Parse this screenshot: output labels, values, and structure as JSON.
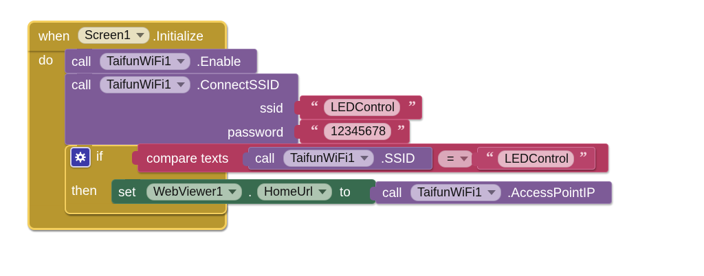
{
  "editor": {
    "name": "MIT App Inventor Blocks Editor",
    "background": "#ffffff"
  },
  "colors": {
    "event_block": "#b8972f",
    "event_border": "#f4cf5e",
    "component_call": "#7d5b97",
    "text_logic": "#b23a5e",
    "setter": "#386b4f",
    "mutator": "#3b39a8"
  },
  "blocks": {
    "event": {
      "keyword": "when",
      "component": "Screen1",
      "event_name": ".Initialize",
      "body_label": "do"
    },
    "call_enable": {
      "keyword": "call",
      "component": "TaifunWiFi1",
      "method": ".Enable"
    },
    "call_connect": {
      "keyword": "call",
      "component": "TaifunWiFi1",
      "method": ".ConnectSSID",
      "args": [
        {
          "name": "ssid",
          "value": "LEDControl"
        },
        {
          "name": "password",
          "value": "12345678"
        }
      ]
    },
    "if_block": {
      "mutator_icon": "gear-icon",
      "if_label": "if",
      "then_label": "then"
    },
    "compare_texts": {
      "label": "compare texts",
      "left": {
        "keyword": "call",
        "component": "TaifunWiFi1",
        "property": ".SSID"
      },
      "operator": "=",
      "right": {
        "value": "LEDControl"
      }
    },
    "setter": {
      "keyword": "set",
      "component": "WebViewer1",
      "separator": ".",
      "property": "HomeUrl",
      "to_label": "to",
      "value": {
        "keyword": "call",
        "component": "TaifunWiFi1",
        "property": ".AccessPointIP"
      }
    }
  },
  "glyphs": {
    "open_quote": "“",
    "close_quote": "”"
  }
}
